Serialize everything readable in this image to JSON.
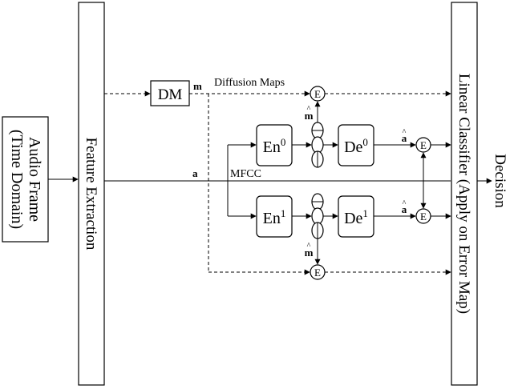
{
  "blocks": {
    "audio_frame": [
      "Audio Frame",
      "(Time Domain)"
    ],
    "feature_extraction": "Feature Extraction",
    "linear_classifier": "Linear Classifier (Apply on Error Map)",
    "dm": "DM",
    "encoder0": {
      "base": "En",
      "sup": "0"
    },
    "decoder0": {
      "base": "De",
      "sup": "0"
    },
    "encoder1": {
      "base": "En",
      "sup": "1"
    },
    "decoder1": {
      "base": "De",
      "sup": "1"
    },
    "error": "E"
  },
  "labels": {
    "m": "m",
    "a": "a",
    "m_hat": "m",
    "a_hat": "a",
    "hat": "^",
    "diffusion_maps": "Diffusion Maps",
    "mfcc": "MFCC",
    "decision": "Decision"
  }
}
